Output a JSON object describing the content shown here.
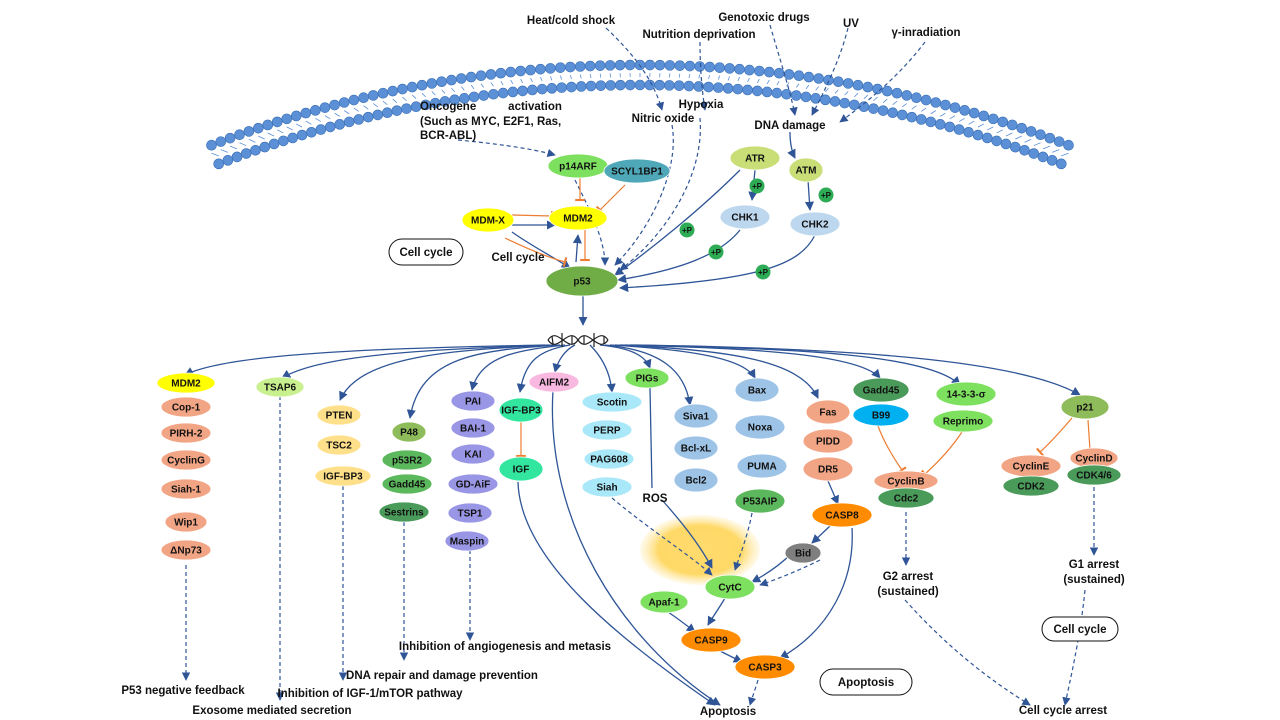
{
  "stimuli": {
    "heat": "Heat/cold shock",
    "nutrition": "Nutrition deprivation",
    "genotoxic": "Genotoxic drugs",
    "uv": "UV",
    "gamma": "γ-inradiation",
    "hypoxia": "Hypoxia",
    "nitric": "Nitric oxide",
    "dna_damage": "DNA damage",
    "oncogene_1": "Oncogene          activation",
    "oncogene_2": "(Such as MYC, E2F1, Ras,",
    "oncogene_3": "BCR-ABL)"
  },
  "upstream": {
    "p14arf": "p14ARF",
    "scyl1bp1": "SCYL1BP1",
    "mdmx": "MDM-X",
    "mdm2": "MDM2",
    "p53": "p53",
    "atr": "ATR",
    "atm": "ATM",
    "chk1": "CHK1",
    "chk2": "CHK2",
    "phospho": "+P",
    "cell_cycle_box": "Cell cycle",
    "cell_cycle_label": "Cell cycle"
  },
  "feedback": {
    "items": [
      "MDM2",
      "Cop-1",
      "PIRH-2",
      "CyclinG",
      "Siah-1",
      "Wip1",
      "ΔNp73"
    ],
    "outcome": "P53 negative feedback"
  },
  "exosome": {
    "item": "TSAP6",
    "outcome": "Exosome mediated secretion"
  },
  "mtor": {
    "items": [
      "PTEN",
      "TSC2",
      "IGF-BP3"
    ],
    "outcome": "Inhibition of IGF-1/mTOR pathway"
  },
  "repair": {
    "items": [
      "P48",
      "p53R2",
      "Gadd45",
      "Sestrins"
    ],
    "outcome": "DNA repair and damage prevention"
  },
  "angio": {
    "items": [
      "PAI",
      "BAI-1",
      "KAI",
      "GD-AiF",
      "TSP1",
      "Maspin"
    ],
    "outcome": "Inhibition of angiogenesis and metasis"
  },
  "apoptosis": {
    "igfbp3": "IGF-BP3",
    "igf": "IGF",
    "aifm2": "AIFM2",
    "scotin": "Scotin",
    "perp": "PERP",
    "pag608": "PAG608",
    "siah": "Siah",
    "pigs": "PIGs",
    "ros": "ROS",
    "siva1": "Siva1",
    "bclxl": "Bcl-xL",
    "bcl2": "Bcl2",
    "bax": "Bax",
    "noxa": "Noxa",
    "puma": "PUMA",
    "p53aip": "P53AIP",
    "fas": "Fas",
    "pidd": "PIDD",
    "dr5": "DR5",
    "casp8": "CASP8",
    "bid": "Bid",
    "cytc": "CytC",
    "apaf1": "Apaf-1",
    "casp9": "CASP9",
    "casp3": "CASP3",
    "outcome": "Apoptosis",
    "box": "Apoptosis"
  },
  "g2": {
    "gadd45": "Gadd45",
    "b99": "B99",
    "s1433": "14-3-3-σ",
    "reprimo": "Reprimo",
    "cyclinb": "CyclinB",
    "cdc2": "Cdc2",
    "arrest_1": "G2 arrest",
    "arrest_2": "(sustained)"
  },
  "g1": {
    "p21": "p21",
    "cycline": "CyclinE",
    "cdk2": "CDK2",
    "cyclind": "CyclinD",
    "cdk46": "CDK4/6",
    "arrest_1": "G1 arrest",
    "arrest_2": "(sustained)",
    "box": "Cell cycle",
    "outcome": "Cell cycle arrest"
  },
  "colors": {
    "membrane": "#5b8fd6",
    "arrow": "#2f5597",
    "inhibit": "#ed7d31",
    "p53": "#70ad47",
    "yellow": "#ffff00",
    "salmon": "#f4b183",
    "lightblue": "#bdd7ee",
    "purple": "#9999e6",
    "cyan": "#a9e8f8",
    "orange": "#ff8c00"
  }
}
